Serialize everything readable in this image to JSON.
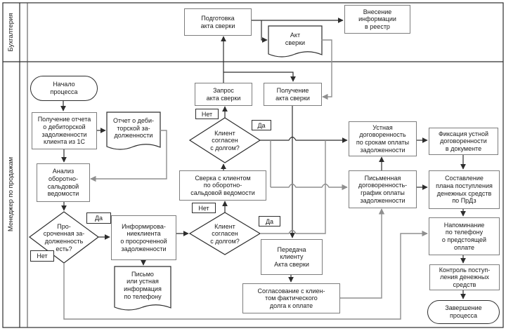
{
  "diagram": {
    "lanes": {
      "top": "Бухгалтерия",
      "bottom": "Менеджер по продажам"
    },
    "decision_labels": {
      "yes": "Да",
      "no": "Нет"
    },
    "colors": {
      "line": "#2d2d2d",
      "line_gray": "#989898",
      "box_border": "#7d7d7d",
      "background": "#ffffff"
    },
    "nodes": {
      "podgotovka": {
        "type": "process",
        "label": "Подготовка\nакта сверки"
      },
      "akt_sverki": {
        "type": "document",
        "label": "Акт\nсверки"
      },
      "vnesenie": {
        "type": "process",
        "label": "Внесение\nинформации\nв реестр"
      },
      "nachalo": {
        "type": "terminator",
        "label": "Начало\nпроцесса"
      },
      "poluchenie_otcheta": {
        "type": "process",
        "label": "Получение отчета\nо дебиторской\nзадолженности\nклиента из 1С"
      },
      "otchet_deb": {
        "type": "document",
        "label": "Отчет о деби-\nторской за-\nдолженности"
      },
      "analiz": {
        "type": "process",
        "label": "Анализ\nоборотно-\nсальдовой\nведомости"
      },
      "prosrochennaya": {
        "type": "decision",
        "label": "Про-\nсроченная за-\nдолженность\nесть?"
      },
      "informirovanie": {
        "type": "process",
        "label": "Информирова-\nниеклиента\nо просроченной\nзадолженности"
      },
      "pismo": {
        "type": "document",
        "label": "Письмо\nили устная\nинформация\nпо телефону"
      },
      "sverka": {
        "type": "process",
        "label": "Сверка с клиентом\nпо оборотно-\nсальдовой ведомости"
      },
      "klient_soglasen_1": {
        "type": "decision",
        "label": "Клиент\nсогласен\nс долгом?"
      },
      "klient_soglasen_2": {
        "type": "decision",
        "label": "Клиент\nсогласен\nс долгом?"
      },
      "zapros_akta": {
        "type": "process",
        "label": "Запрос\nакта сверки"
      },
      "poluchenie_akta": {
        "type": "process",
        "label": "Получение\nакта сверки"
      },
      "peredacha": {
        "type": "process",
        "label": "Передача\nклиенту\nАкта сверки"
      },
      "soglasovanie": {
        "type": "process",
        "label": "Согласование с клиен-\nтом фактического\nдолга к оплате"
      },
      "ustnaya": {
        "type": "process",
        "label": "Устная\nдоговоренность\nпо срокам оплаты\nзадолженности"
      },
      "pismennaya": {
        "type": "process",
        "label": "Письменная\nдоговоренность-\nграфик оплаты\nзадолженности"
      },
      "fiksatsiya": {
        "type": "process",
        "label": "Фиксация устной\nдоговоренности\nв документе"
      },
      "sostavlenie": {
        "type": "process",
        "label": "Составление\nплана поступления\nденежных средств\nпо ПрДз"
      },
      "napominanie": {
        "type": "process",
        "label": "Напоминание\nпо телефону\nо предстоящей\nоплате"
      },
      "kontrol": {
        "type": "process",
        "label": "Контроль поступ-\nления денежных\nсредств"
      },
      "zavershenie": {
        "type": "terminator",
        "label": "Завершение\nпроцесса"
      }
    },
    "edges": [
      {
        "from": "nachalo",
        "to": "poluchenie_otcheta"
      },
      {
        "from": "poluchenie_otcheta",
        "to": "otchet_deb"
      },
      {
        "from": "otchet_deb",
        "to": "analiz"
      },
      {
        "from": "poluchenie_otcheta",
        "to": "analiz"
      },
      {
        "from": "analiz",
        "to": "prosrochennaya"
      },
      {
        "from": "prosrochennaya",
        "to": "informirovanie",
        "label": "Да"
      },
      {
        "from": "prosrochennaya",
        "to": "napominanie",
        "label": "Нет"
      },
      {
        "from": "informirovanie",
        "to": "pismo"
      },
      {
        "from": "informirovanie",
        "to": "klient_soglasen_2"
      },
      {
        "from": "klient_soglasen_2",
        "to": "sverka",
        "label": "Нет"
      },
      {
        "from": "klient_soglasen_2",
        "to": "ustnaya",
        "label": "Да"
      },
      {
        "from": "sverka",
        "to": "klient_soglasen_1"
      },
      {
        "from": "klient_soglasen_1",
        "to": "zapros_akta",
        "label": "Нет"
      },
      {
        "from": "klient_soglasen_1",
        "to": "ustnaya",
        "label": "Да"
      },
      {
        "from": "klient_soglasen_1",
        "to": "pismennaya",
        "label": "Да"
      },
      {
        "from": "zapros_akta",
        "to": "podgotovka"
      },
      {
        "from": "zapros_akta",
        "to": "poluchenie_akta"
      },
      {
        "from": "podgotovka",
        "to": "akt_sverki"
      },
      {
        "from": "podgotovka",
        "to": "vnesenie"
      },
      {
        "from": "akt_sverki",
        "to": "poluchenie_akta"
      },
      {
        "from": "poluchenie_akta",
        "to": "peredacha"
      },
      {
        "from": "peredacha",
        "to": "soglasovanie"
      },
      {
        "from": "soglasovanie",
        "to": "pismennaya"
      },
      {
        "from": "pismennaya",
        "to": "ustnaya"
      },
      {
        "from": "ustnaya",
        "to": "fiksatsiya"
      },
      {
        "from": "pismennaya",
        "to": "sostavlenie"
      },
      {
        "from": "fiksatsiya",
        "to": "sostavlenie"
      },
      {
        "from": "sostavlenie",
        "to": "napominanie"
      },
      {
        "from": "napominanie",
        "to": "kontrol"
      },
      {
        "from": "kontrol",
        "to": "zavershenie"
      }
    ]
  }
}
